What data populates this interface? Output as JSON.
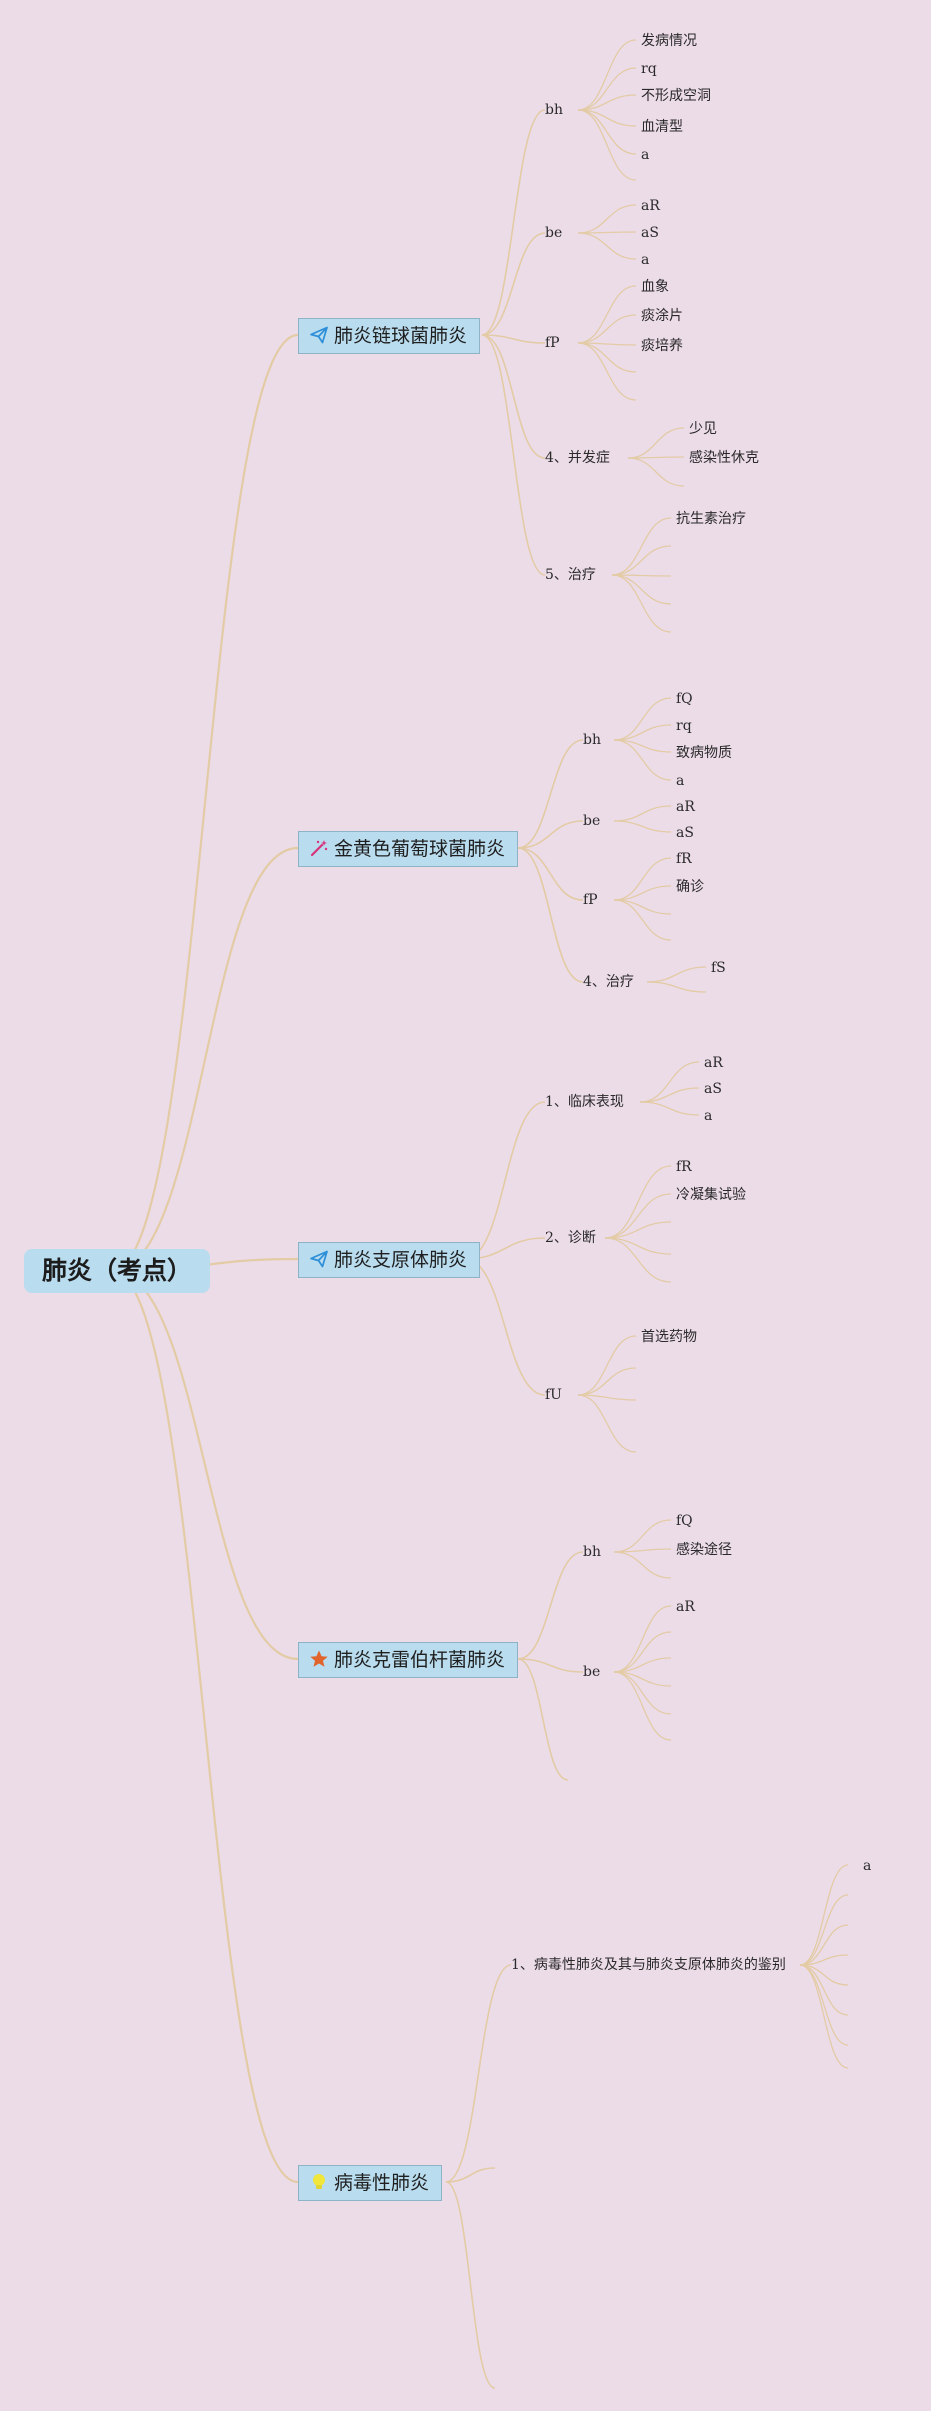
{
  "theme": {
    "background": "#ecdce8",
    "link_color": "#e3cba5",
    "node_fill": "#b9dcef",
    "icon_send": "#2e8fd9",
    "icon_star": "#e0642c",
    "icon_bulb": "#f0e63c",
    "icon_wand": "#d8327a"
  },
  "mindmap": {
    "root": {
      "label": "肺炎（考点）"
    },
    "branches": [
      {
        "label": "肺炎链球菌肺炎",
        "icon": "send-icon",
        "children": [
          {
            "label": "bh",
            "children": [
              "发病情况",
              "rq",
              "不形成空洞",
              "血清型",
              "a",
              ""
            ]
          },
          {
            "label": "be",
            "children": [
              "aR",
              "aS",
              "a"
            ]
          },
          {
            "label": "fP",
            "children": [
              "血象",
              "痰涂片",
              "痰培养",
              "",
              ""
            ]
          },
          {
            "label": "4、并发症",
            "children": [
              "少见",
              "感染性休克",
              ""
            ]
          },
          {
            "label": "5、治疗",
            "children": [
              "抗生素治疗",
              "",
              "",
              "",
              ""
            ]
          }
        ]
      },
      {
        "label": "金黄色葡萄球菌肺炎",
        "icon": "magic-wand-icon",
        "children": [
          {
            "label": "bh",
            "children": [
              "fQ",
              "rq",
              "致病物质",
              "a"
            ]
          },
          {
            "label": "be",
            "children": [
              "aR",
              "aS"
            ]
          },
          {
            "label": "fP",
            "children": [
              "fR",
              "确诊",
              "",
              ""
            ]
          },
          {
            "label": "4、治疗",
            "children": [
              "fS",
              ""
            ]
          }
        ]
      },
      {
        "label": "肺炎支原体肺炎",
        "icon": "send-icon",
        "children": [
          {
            "label": "1、临床表现",
            "children": [
              "aR",
              "aS",
              "a"
            ]
          },
          {
            "label": "2、诊断",
            "children": [
              "fR",
              "冷凝集试验",
              "",
              "",
              ""
            ]
          },
          {
            "label": "fU",
            "children": [
              "首选药物",
              "",
              "",
              ""
            ]
          }
        ]
      },
      {
        "label": "肺炎克雷伯杆菌肺炎",
        "icon": "star-icon",
        "children": [
          {
            "label": "bh",
            "children": [
              "fQ",
              "感染途径",
              ""
            ]
          },
          {
            "label": "be",
            "children": [
              "aR",
              "",
              "",
              "",
              "",
              ""
            ]
          },
          {
            "label": "",
            "children": []
          }
        ]
      },
      {
        "label": "病毒性肺炎",
        "icon": "lightbulb-icon",
        "children": [
          {
            "label": "1、病毒性肺炎及其与肺炎支原体肺炎的鉴别",
            "children": [
              "a",
              "",
              "",
              "",
              "",
              "",
              "",
              ""
            ]
          },
          {
            "label": "",
            "children": []
          },
          {
            "label": "",
            "children": []
          }
        ]
      }
    ]
  }
}
